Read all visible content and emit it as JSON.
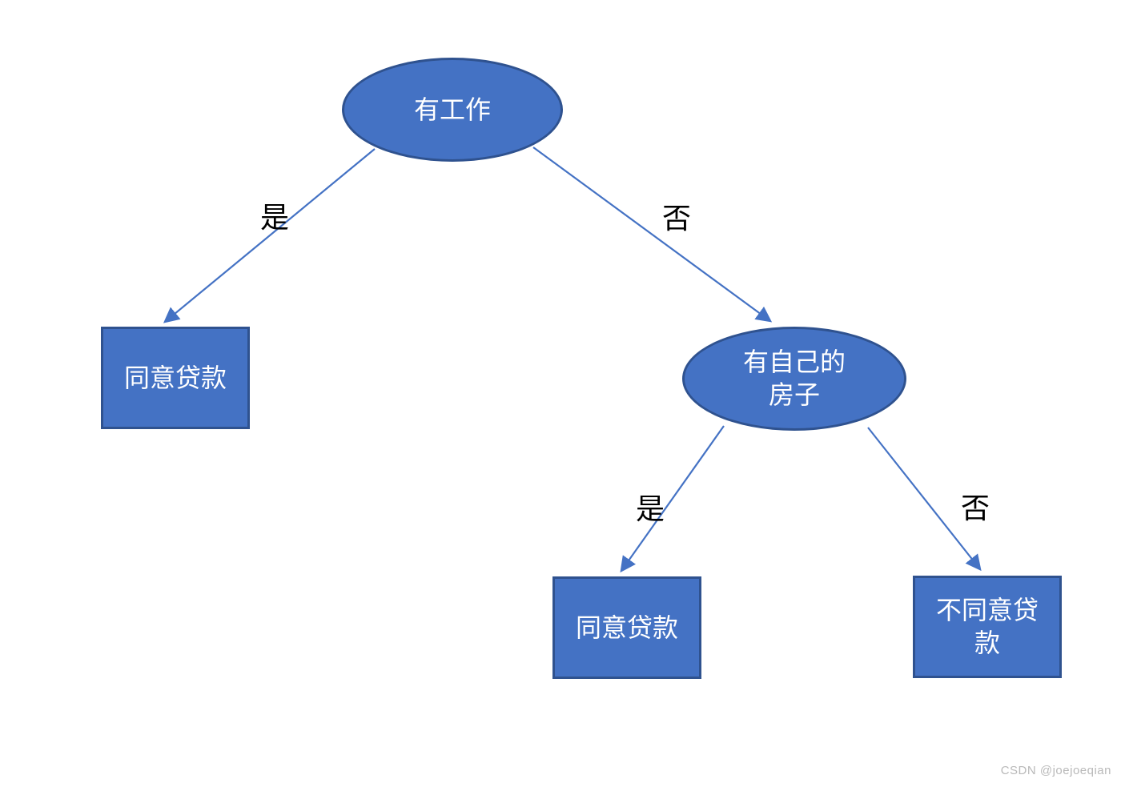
{
  "diagram": {
    "type": "decision-tree",
    "colors": {
      "node_fill": "#4472C4",
      "node_border": "#2F528F",
      "edge_line": "#4472C4",
      "edge_label_text": "#000000",
      "node_text": "#FFFFFF",
      "watermark_text": "#B9B9B9",
      "background": "#FFFFFF"
    },
    "nodes": [
      {
        "id": "has-job",
        "shape": "ellipse",
        "label": "有工作"
      },
      {
        "id": "approve-loan-left",
        "shape": "rect",
        "label": "同意贷款"
      },
      {
        "id": "has-own-house",
        "shape": "ellipse",
        "label": "有自己的\n房子"
      },
      {
        "id": "approve-loan-middle",
        "shape": "rect",
        "label": "同意贷款"
      },
      {
        "id": "reject-loan",
        "shape": "rect",
        "label": "不同意贷\n款"
      }
    ],
    "edges": [
      {
        "from": "has-job",
        "to": "approve-loan-left",
        "label": "是"
      },
      {
        "from": "has-job",
        "to": "has-own-house",
        "label": "否"
      },
      {
        "from": "has-own-house",
        "to": "approve-loan-middle",
        "label": "是"
      },
      {
        "from": "has-own-house",
        "to": "reject-loan",
        "label": "否"
      }
    ],
    "watermark": "CSDN @joejoeqian"
  }
}
